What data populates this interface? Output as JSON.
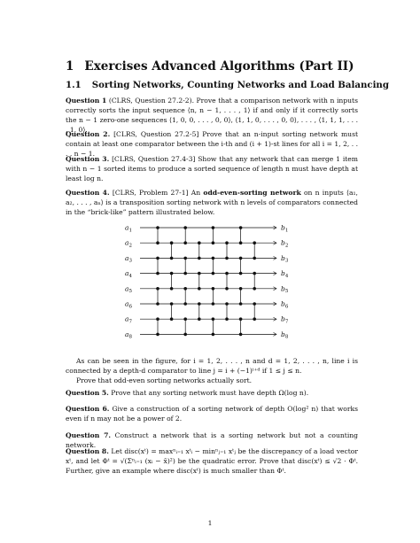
{
  "section": {
    "number": "1",
    "title": "Exercises Advanced Algorithms (Part II)"
  },
  "subsection": {
    "number": "1.1",
    "title": "Sorting Networks, Counting Networks and Load Balancing"
  },
  "questions": [
    {
      "label": "Question 1",
      "text": "(CLRS, Question 27.2-2). Prove that a comparison network with n inputs correctly sorts the input sequence ⟨n, n − 1, . . . , 1⟩ if and only if it correctly sorts the n − 1 zero-one sequences ⟨1, 0, 0, . . . , 0, 0⟩, ⟨1, 1, 0, . . . , 0, 0⟩, . . . , ⟨1, 1, 1, . . . , 1, 0⟩."
    },
    {
      "label": "Question 2.",
      "text": "[CLRS, Question 27.2-5] Prove that an n-input sorting network must contain at least one comparator between the i-th and (i + 1)-st lines for all i = 1, 2, . . . , n − 1."
    },
    {
      "label": "Question 3.",
      "text": "[CLRS, Question 27.4-3] Show that any network that can merge 1 item with n − 1 sorted items to produce a sorted sequence of length n must have depth at least log n."
    },
    {
      "label": "Question 4.",
      "text_before": "[CLRS, Problem 27-1] An",
      "bold_term": "odd-even-sorting network",
      "text_after": "on n inputs ⟨a₁, a₂, . . . , aₙ⟩ is a transposition sorting network with n levels of comparators connected in the “brick-like” pattern illustrated below."
    }
  ],
  "network": {
    "inputs": [
      "a1",
      "a2",
      "a3",
      "a4",
      "a5",
      "a6",
      "a7",
      "a8"
    ],
    "outputs": [
      "b1",
      "b2",
      "b3",
      "b4",
      "b5",
      "b6",
      "b7",
      "b8"
    ]
  },
  "after_figure": "As can be seen in the figure, for i = 1, 2, . . . , n and d = 1, 2, . . . , n, line i is connected by a depth-d comparator to line j = i + (−1)ⁱ⁺ᵈ if 1 ≤ j ≤ n.",
  "prove_line": "Prove that odd-even sorting networks actually sort.",
  "questions_after": [
    {
      "label": "Question 5.",
      "text": "Prove that any sorting network must have depth Ω(log n)."
    },
    {
      "label": "Question 6.",
      "text": "Give a construction of a sorting network of depth O(log² n) that works even if n may not be a power of 2."
    },
    {
      "label": "Question 7.",
      "text": "Construct a network that is a sorting network but not a counting network."
    },
    {
      "label": "Question 8.",
      "text": "Let disc(xᵗ) = maxⁿᵢ₌₁ xᵗᵢ − minⁿⱼ₌₁ xᵗⱼ be the discrepancy of a load vector xᵗ, and let Φᵗ = √(Σⁿᵢ₌₁ (xᵢ − x̄)²) be the quadratic error. Prove that disc(xᵗ) ≤ √2 · Φᵗ. Further, give an example where disc(xᵗ) is much smaller than Φᵗ."
    }
  ],
  "page_number": "1"
}
